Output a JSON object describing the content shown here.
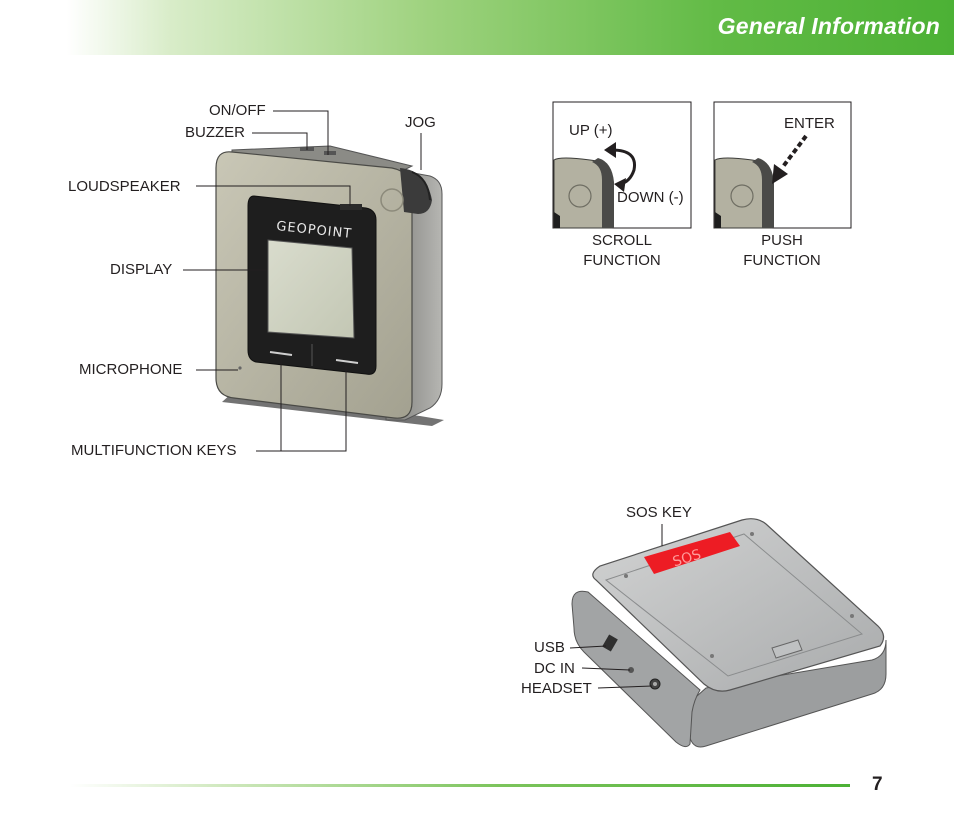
{
  "header": {
    "title": "General Information"
  },
  "device_front": {
    "labels": {
      "on_off": "ON/OFF",
      "buzzer": "BUZZER",
      "jog": "JOG",
      "loudspeaker": "LOUDSPEAKER",
      "display": "DISPLAY",
      "microphone": "MICROPHONE",
      "multifunction_keys": "MULTIFUNCTION KEYS"
    },
    "brand": "GEOPOINT"
  },
  "jog_scroll": {
    "up": "UP (+)",
    "down": "DOWN (-)",
    "caption_line1": "SCROLL",
    "caption_line2": "FUNCTION"
  },
  "jog_push": {
    "enter": "ENTER",
    "caption_line1": "PUSH",
    "caption_line2": "FUNCTION"
  },
  "device_back": {
    "labels": {
      "sos_key": "SOS KEY",
      "usb": "USB",
      "dc_in": "DC IN",
      "headset": "HEADSET"
    },
    "sos_text": "SOS"
  },
  "footer": {
    "page_number": "7"
  },
  "colors": {
    "header_green": "#4cb135",
    "sos_red": "#ed1c24",
    "device_body": "#b0ae9c",
    "back_body": "#b8babb"
  }
}
